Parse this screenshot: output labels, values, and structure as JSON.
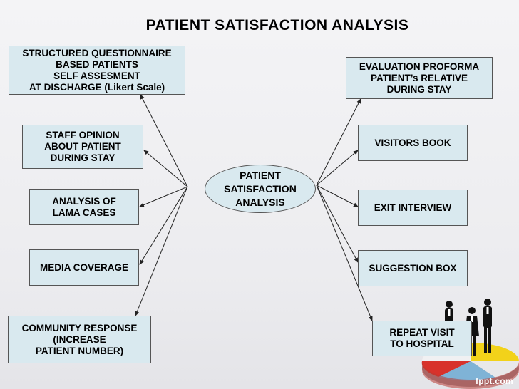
{
  "title": "PATIENT  SATISFACTION  ANALYSIS",
  "hub": "PATIENT\nSATISFACTION\nANALYSIS",
  "left_nodes": [
    "STRUCTURED QUESTIONNAIRE\nBASED PATIENTS\nSELF ASSESMENT\nAT DISCHARGE (Likert Scale)",
    "STAFF OPINION\nABOUT PATIENT\nDURING STAY",
    "ANALYSIS OF\nLAMA CASES",
    "MEDIA COVERAGE",
    "COMMUNITY RESPONSE\n(INCREASE\nPATIENT NUMBER)"
  ],
  "right_nodes": [
    "EVALUATION PROFORMA\nPATIENT’s RELATIVE\nDURING STAY",
    "VISITORS BOOK",
    "EXIT INTERVIEW",
    "SUGGESTION BOX",
    "REPEAT VISIT\nTO HOSPITAL"
  ],
  "logo": "fppt.com",
  "colors": {
    "box_fill": "#d9e9ef",
    "border": "#555555",
    "arrow": "#222222"
  }
}
